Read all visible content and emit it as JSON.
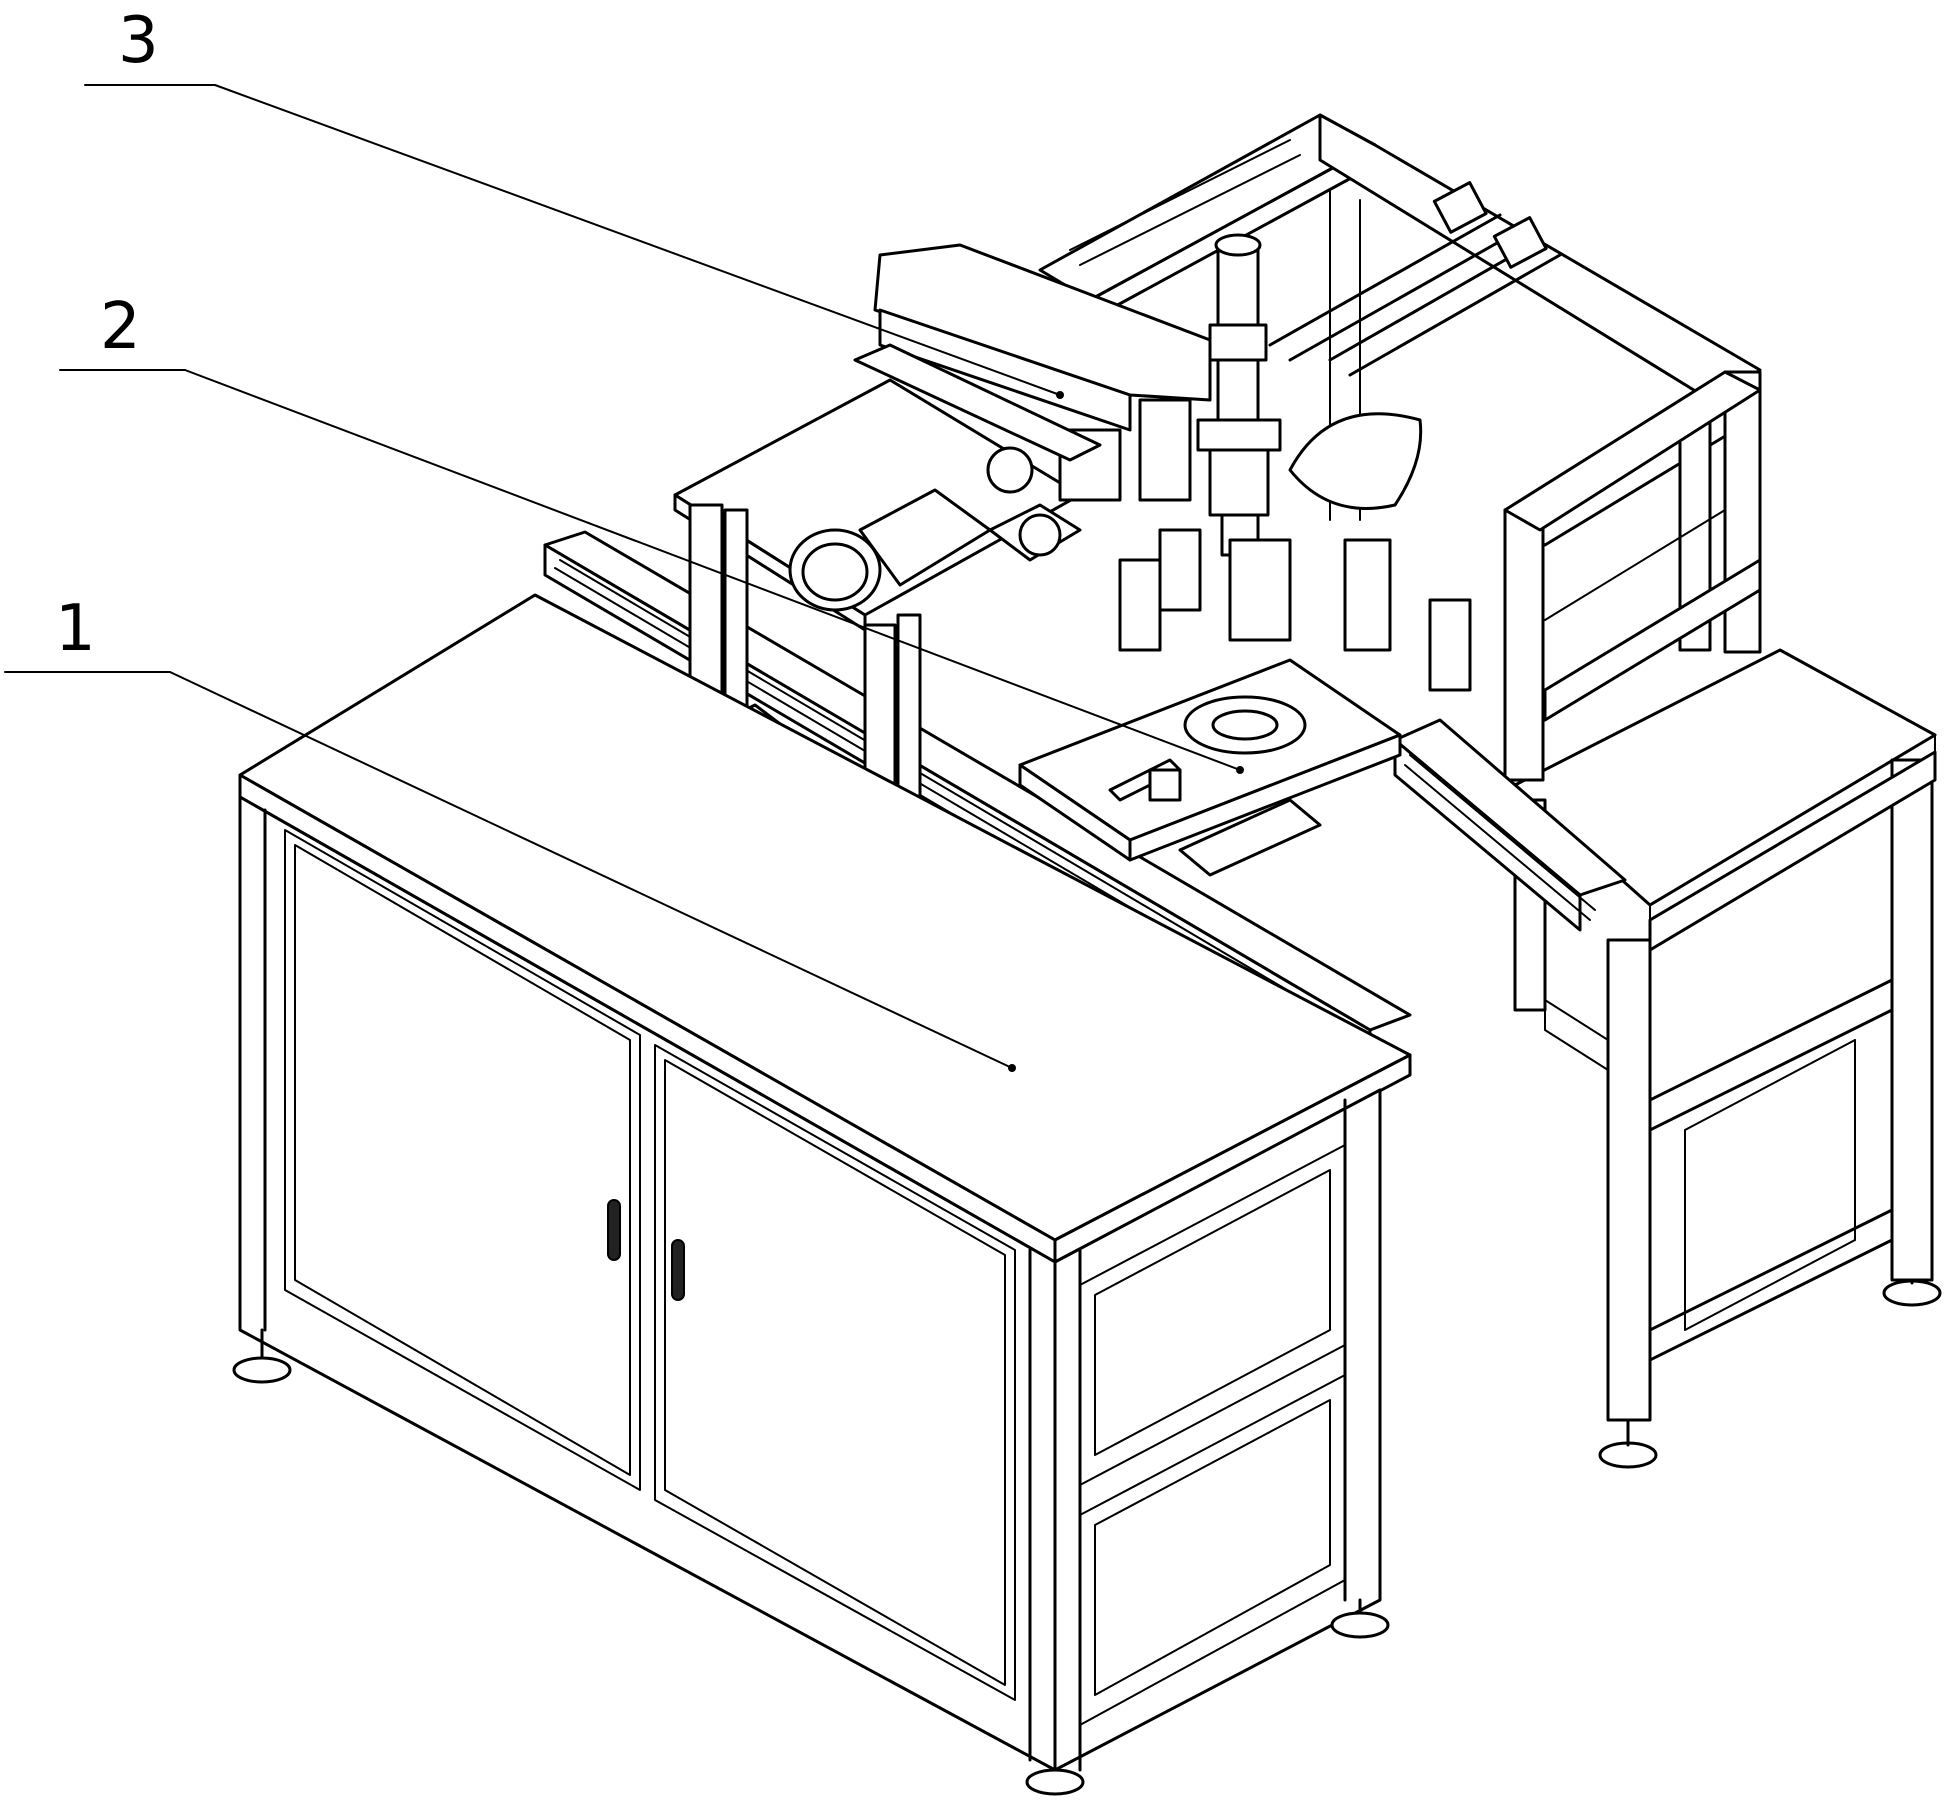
{
  "labels": [
    {
      "id": "1",
      "text": "1"
    },
    {
      "id": "2",
      "text": "2"
    },
    {
      "id": "3",
      "text": "3"
    }
  ]
}
